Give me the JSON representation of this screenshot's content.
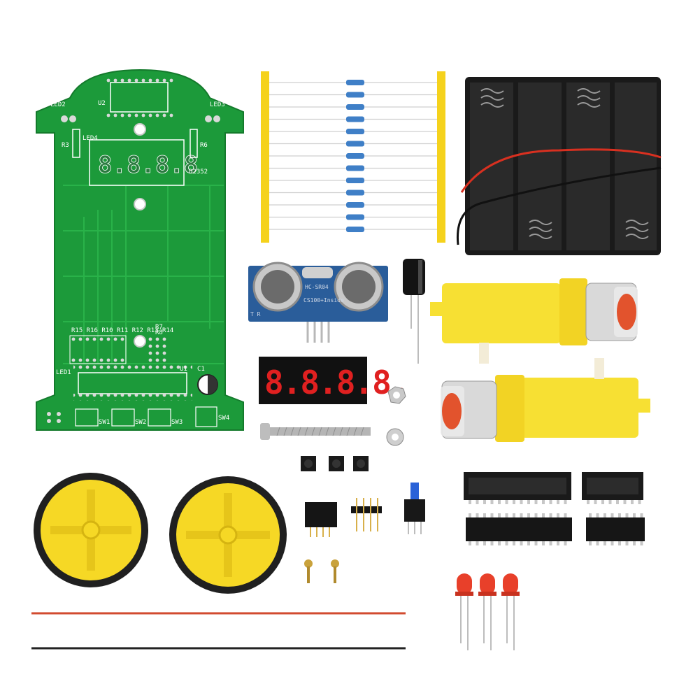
{
  "pcb": {
    "labels": {
      "led2": "LED2",
      "led3": "LED3",
      "led4": "LED4",
      "led1": "LED1",
      "u2": "U2",
      "u1": "U1",
      "r3": "R3",
      "r6": "R6",
      "r7": "R7",
      "r8": "R8",
      "c1": "C1",
      "sw1": "SW1",
      "sw2": "SW2",
      "sw3": "SW3",
      "sw4": "SW4",
      "board_code": "D2352",
      "resistor_row": "R15 R16 R10 R11 R12 R13 R14"
    }
  },
  "ultrasonic": {
    "model": "HC-SR04",
    "subtext": "CS100+Inside",
    "pins": "T R"
  },
  "led_display": {
    "digits": "8.8.8.8."
  },
  "colors": {
    "pcb_green": "#1c9a3a",
    "motor_yellow": "#f7e033",
    "wheel_yellow": "#f6d825",
    "battery_black": "#1a1a1a",
    "led_red": "#e8402a"
  }
}
